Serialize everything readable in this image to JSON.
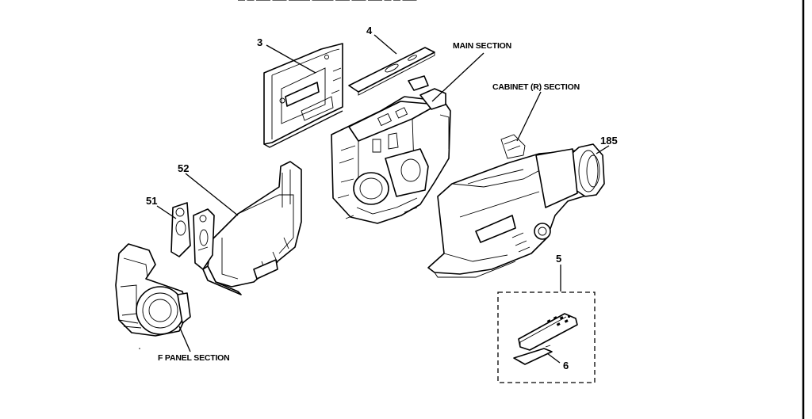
{
  "diagram": {
    "callouts": {
      "c3": "3",
      "c4": "4",
      "c185": "185",
      "c52": "52",
      "c51": "51",
      "c5": "5",
      "c6": "6"
    },
    "sections": {
      "main": "MAIN SECTION",
      "cabinet_r": "CABINET (R) SECTION",
      "f_panel": "F PANEL SECTION"
    },
    "header_text": "— —   ——  ——  ———  ———   ——  ——   ——   — —  ——"
  }
}
